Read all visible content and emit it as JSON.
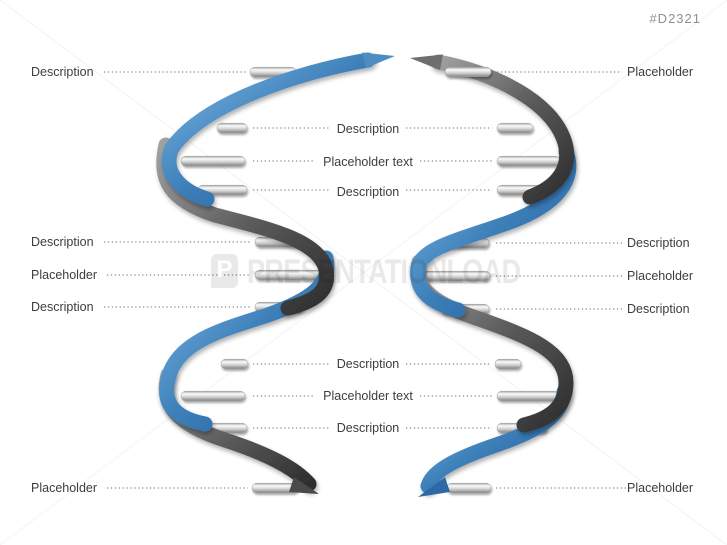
{
  "product_code": "#D2321",
  "watermark": {
    "logo_letter": "P",
    "text": "PRESENTATIONLOAD"
  },
  "callouts": {
    "left_top": "Description",
    "center_top": [
      "Description",
      "Placeholder text",
      "Description"
    ],
    "left_mid": [
      "Description",
      "Placeholder",
      "Description"
    ],
    "right_mid": [
      "Description",
      "Placeholder",
      "Description"
    ],
    "center_bottom": [
      "Description",
      "Placeholder text",
      "Description"
    ],
    "left_bottom": "Placeholder",
    "right_top": "Placeholder",
    "right_bottom": "Placeholder"
  },
  "colors": {
    "ribbon_blue": "#3f7fb6",
    "ribbon_gray": "#4a4a4a",
    "rung_light": "#fbfbfb",
    "rung_dark": "#848484",
    "label_text": "#3d3d3d",
    "leader_dots": "#707070",
    "code_text": "#8f8f8f"
  }
}
